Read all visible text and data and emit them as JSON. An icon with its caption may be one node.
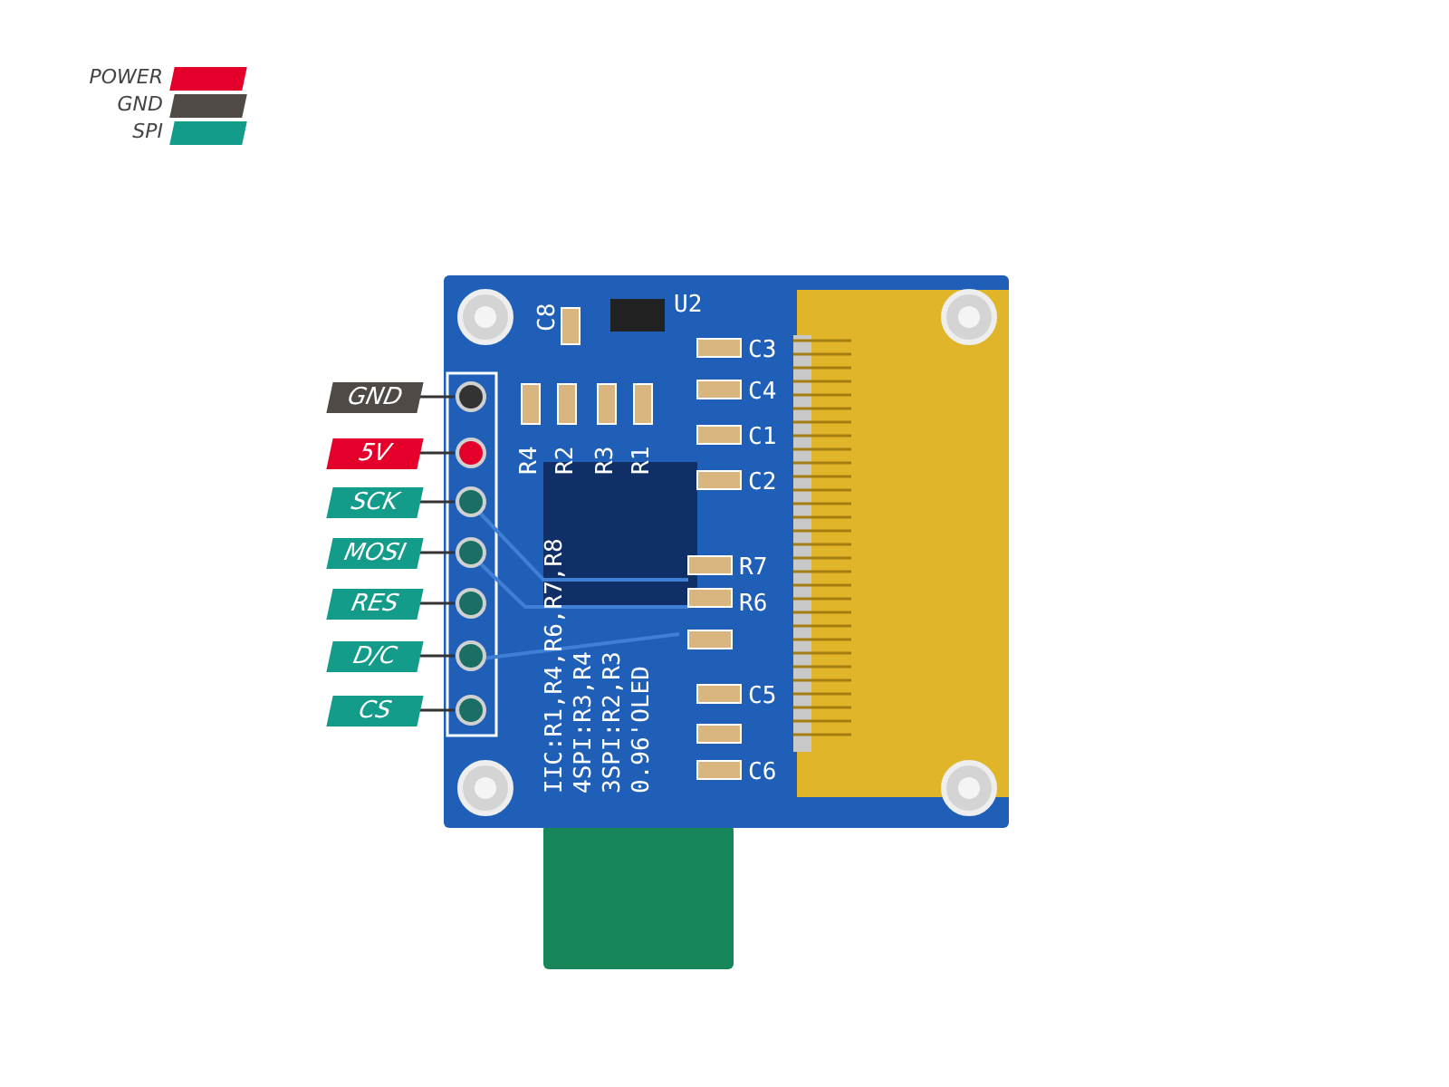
{
  "diagram": {
    "nodes": [
      {
        "text": [
          "GND"
        ]
      },
      {
        "text": [
          "5V"
        ]
      },
      {
        "text": [
          "SCK"
        ]
      },
      {
        "text": [
          "MOSI"
        ]
      },
      {
        "text": [
          "RES"
        ]
      },
      {
        "text": [
          "D/C"
        ]
      },
      {
        "text": [
          "CS"
        ]
      },
      {
        "text": [],
        "shape": "circle"
      },
      {
        "text": [],
        "shape": "circle"
      },
      {
        "text": [],
        "shape": "circle"
      },
      {
        "text": [],
        "shape": "circle"
      },
      {
        "text": [],
        "shape": "circle"
      },
      {
        "text": [],
        "shape": "circle"
      },
      {
        "text": [],
        "shape": "circle"
      }
    ],
    "edges": [
      {
        "from": 0,
        "to": 7,
        "arrow": "none"
      },
      {
        "from": 1,
        "to": 8,
        "arrow": "none"
      },
      {
        "from": 2,
        "to": 9,
        "arrow": "none"
      },
      {
        "from": 3,
        "to": 10,
        "arrow": "none"
      },
      {
        "from": 4,
        "to": 11,
        "arrow": "none"
      },
      {
        "from": 5,
        "to": 12,
        "arrow": "none"
      },
      {
        "from": 6,
        "to": 13,
        "arrow": "none"
      }
    ],
    "labels": [
      "C8",
      "U2",
      "C3",
      "C4",
      "C1",
      "C2",
      "R4",
      "R2",
      "R3",
      "R1",
      "R7",
      "R6",
      "C5",
      "C6",
      "IIC:R1,R4,R6,R7,R8",
      "4SPI:R3,R4",
      "3SPI:R2,R3",
      "0.96'OLED"
    ],
    "legend": [
      {
        "text": "POWER",
        "color": "#e4002b"
      },
      {
        "text": "GND",
        "color": "#4f4a45"
      },
      {
        "text": "SPI",
        "color": "#139c8a"
      }
    ]
  }
}
